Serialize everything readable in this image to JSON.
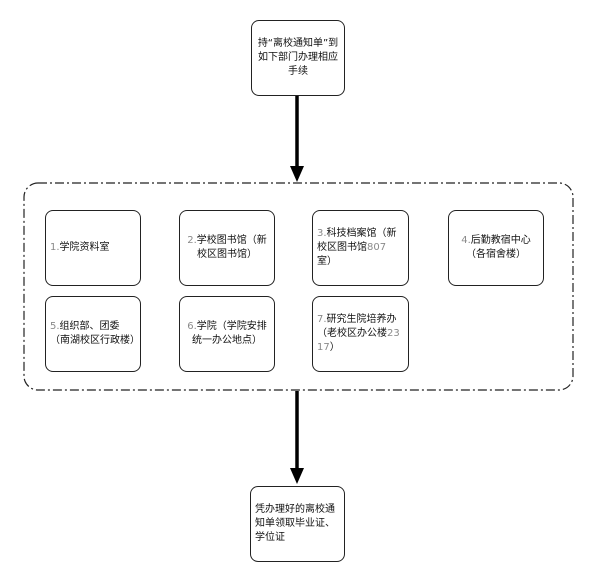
{
  "flow": {
    "start": {
      "text": "持“离校通知单”到如下部门办理相应手续"
    },
    "depts": [
      {
        "num": "1.",
        "text": "学院资料室"
      },
      {
        "num": "2.",
        "text": "学校图书馆（新校区图书馆）"
      },
      {
        "num": "3.",
        "text": "科技档案馆（新校区图书馆",
        "tail_num": "807",
        "tail_text": "室）"
      },
      {
        "num": "4.",
        "text": "后勤教宿中心（各宿舍楼）"
      },
      {
        "num": "5.",
        "text": "组织部、团委（南湖校区行政楼）"
      },
      {
        "num": "6.",
        "text": "学院（学院安排统一办公地点）"
      },
      {
        "num": "7.",
        "text": "研究生院培养办（老校区办公楼",
        "tail_num": "2317",
        "tail_text": "）"
      }
    ],
    "end": {
      "text": "凭办理好的离校通知单领取毕业证、学位证"
    }
  }
}
